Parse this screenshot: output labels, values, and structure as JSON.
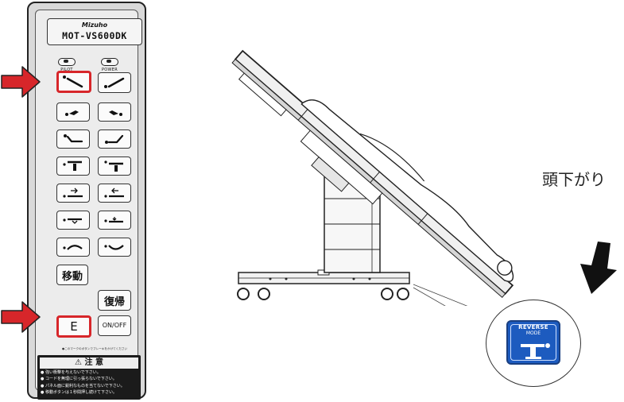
{
  "remote": {
    "brand": "Mizuho",
    "model": "MOT-VS600DK",
    "pilot_label": "PILOT",
    "power_batt_label": "POWER BATT",
    "move_label": "移動",
    "reset_label": "復帰",
    "e_label": "E",
    "on_label": "ON",
    "off_label": "OFF",
    "note": "●このマークのボタンでブレーキをかけてください",
    "caution": {
      "title": "注 意",
      "lines": [
        "● 強い衝撃を与えないで下さい。",
        "● コードを無理に引っ張らないで下さい。",
        "● パネル面に鋭利なものを当てないで下さい。",
        "● 移動ボタンは１秒間押し続けて下さい。"
      ]
    }
  },
  "caption": "頭下がり",
  "badge": {
    "line1": "REVERSE",
    "line2": "MODE"
  },
  "colors": {
    "highlight": "#d7262a",
    "badge_blue": "#1d5bbf"
  }
}
